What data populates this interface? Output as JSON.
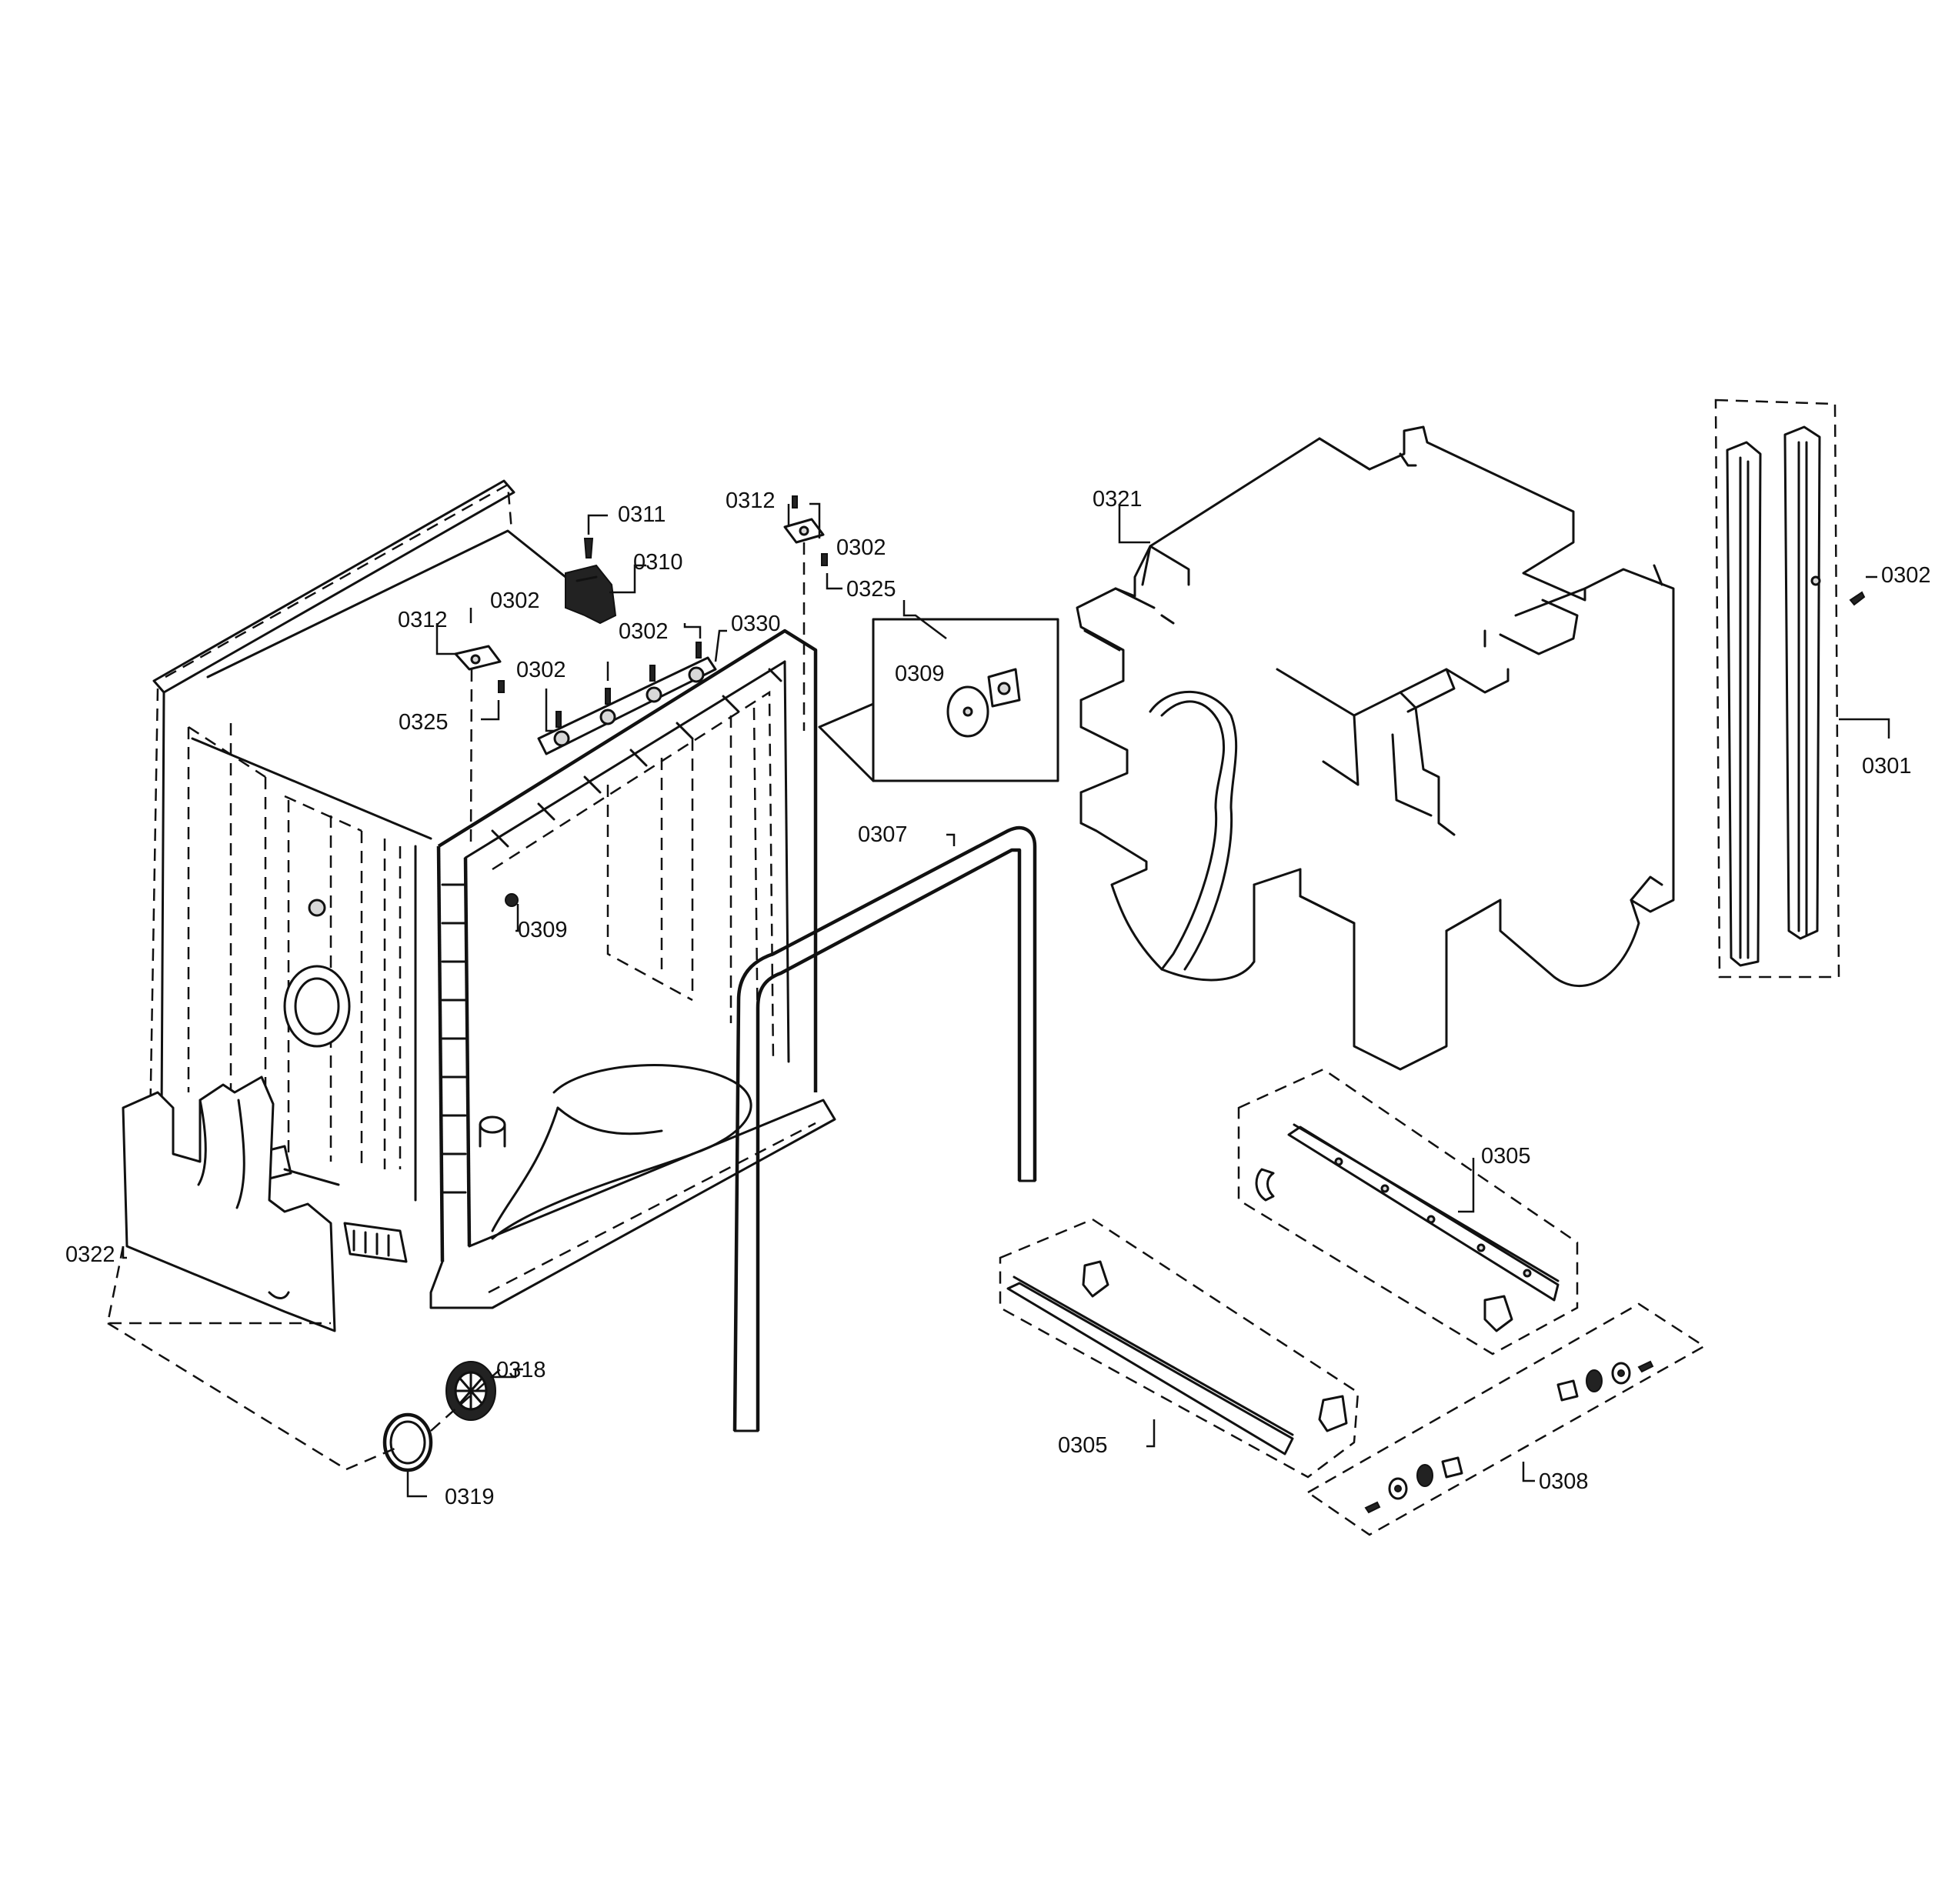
{
  "diagram": {
    "callouts": [
      {
        "id": "c0311",
        "text": "0311"
      },
      {
        "id": "c0310",
        "text": "0310"
      },
      {
        "id": "c0302a",
        "text": "0302"
      },
      {
        "id": "c0312a",
        "text": "0312"
      },
      {
        "id": "c0325a",
        "text": "0325"
      },
      {
        "id": "c0302b",
        "text": "0302"
      },
      {
        "id": "c0302c",
        "text": "0302"
      },
      {
        "id": "c0330",
        "text": "0330"
      },
      {
        "id": "c0312b",
        "text": "0312"
      },
      {
        "id": "c0302d",
        "text": "0302"
      },
      {
        "id": "c0325b",
        "text": "0325"
      },
      {
        "id": "c0309a",
        "text": "0309"
      },
      {
        "id": "c0309b",
        "text": "0309"
      },
      {
        "id": "c0307",
        "text": "0307"
      },
      {
        "id": "c0321",
        "text": "0321"
      },
      {
        "id": "c0302e",
        "text": "0302"
      },
      {
        "id": "c0301",
        "text": "0301"
      },
      {
        "id": "c0305a",
        "text": "0305"
      },
      {
        "id": "c0305b",
        "text": "0305"
      },
      {
        "id": "c0308",
        "text": "0308"
      },
      {
        "id": "c0322",
        "text": "0322"
      },
      {
        "id": "c0318",
        "text": "0318"
      },
      {
        "id": "c0319",
        "text": "0319"
      }
    ]
  }
}
